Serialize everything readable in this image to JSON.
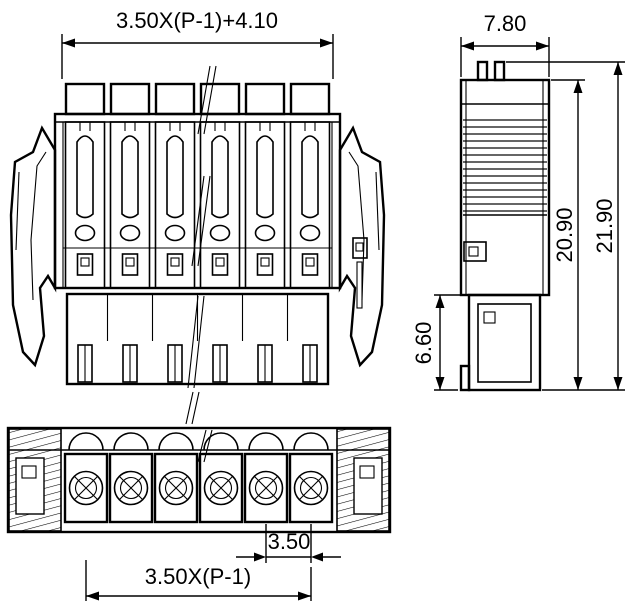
{
  "drawing": {
    "front_view": {
      "width_dim": "3.50X(P-1)+4.10"
    },
    "side_view": {
      "width_dim": "7.80",
      "height_dim_inner": "20.90",
      "height_dim_outer": "21.90",
      "plug_height_dim": "6.60"
    },
    "bottom_view": {
      "pitch_dim": "3.50",
      "span_dim": "3.50X(P-1)"
    }
  }
}
